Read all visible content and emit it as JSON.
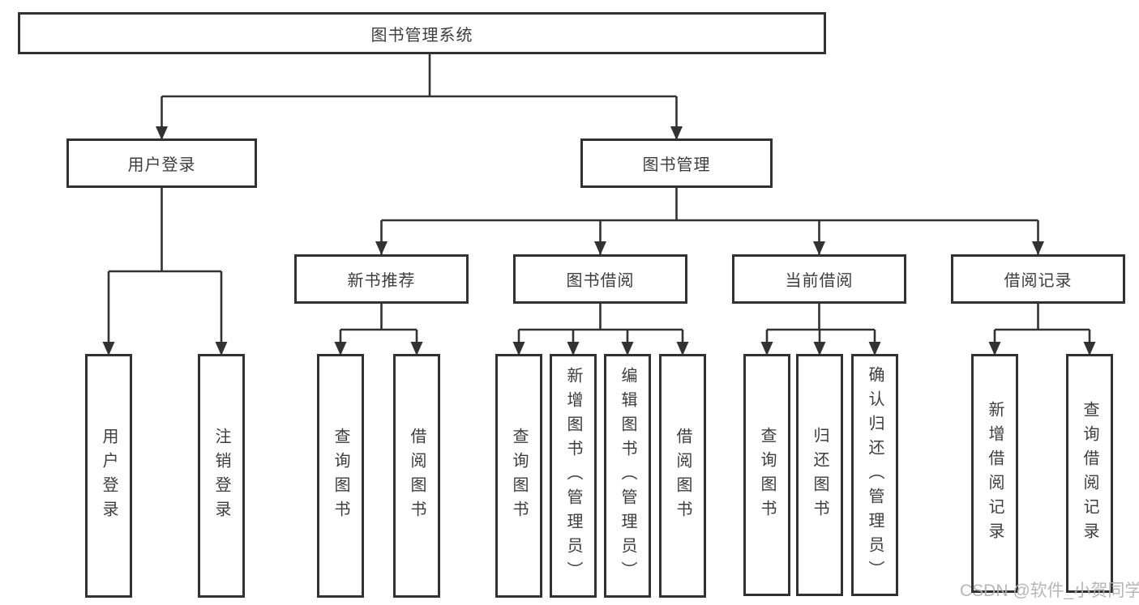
{
  "diagram": {
    "type": "hierarchy-flowchart",
    "colors": {
      "line": "#323232",
      "box_border": "#323232",
      "box_fill": "#ffffff",
      "text": "#3d3d3d",
      "watermark": "#b2b2b2",
      "background": "#ffffff"
    },
    "tree": {
      "label": "图书管理系统",
      "children": [
        {
          "label": "用户登录",
          "children": [
            {
              "label": "用户登录"
            },
            {
              "label": "注销登录"
            }
          ]
        },
        {
          "label": "图书管理",
          "children": [
            {
              "label": "新书推荐",
              "children": [
                {
                  "label": "查询图书"
                },
                {
                  "label": "借阅图书"
                }
              ]
            },
            {
              "label": "图书借阅",
              "children": [
                {
                  "label": "查询图书"
                },
                {
                  "label": "新增图书（管理员）"
                },
                {
                  "label": "编辑图书（管理员）"
                },
                {
                  "label": "借阅图书"
                }
              ]
            },
            {
              "label": "当前借阅",
              "children": [
                {
                  "label": "查询图书"
                },
                {
                  "label": "归还图书"
                },
                {
                  "label": "确认归还（管理员）"
                }
              ]
            },
            {
              "label": "借阅记录",
              "children": [
                {
                  "label": "新增借阅记录"
                },
                {
                  "label": "查询借阅记录"
                }
              ]
            }
          ]
        }
      ]
    },
    "watermark": {
      "text": "CSDN @软件_小贺同学"
    }
  }
}
